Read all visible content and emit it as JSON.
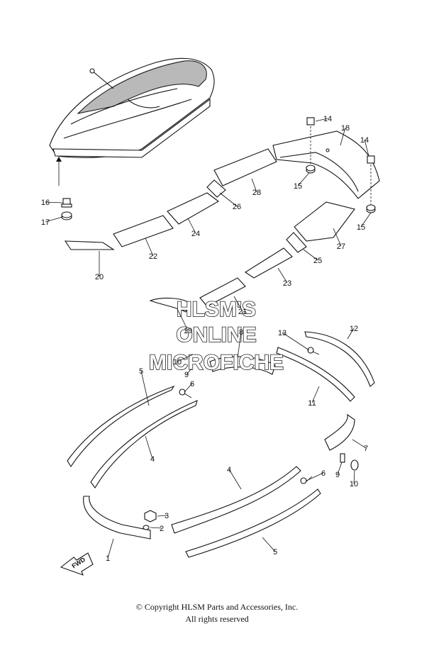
{
  "watermark": {
    "line1": "HLSM'S",
    "line2": "ONLINE",
    "line3": "MICROFICHE"
  },
  "arrow_label": "FWD",
  "copyright": {
    "line1": "© Copyright HLSM Parts and Accessories, Inc.",
    "line2": "All rights reserved"
  },
  "callouts": [
    "14",
    "18",
    "14",
    "15",
    "15",
    "28",
    "26",
    "27",
    "16",
    "17",
    "24",
    "22",
    "25",
    "20",
    "23",
    "21",
    "19",
    "8",
    "13",
    "12",
    "10",
    "9",
    "5",
    "6",
    "11",
    "4",
    "7",
    "9",
    "10",
    "6",
    "4",
    "3",
    "2",
    "1",
    "5"
  ],
  "icons": {
    "fwd_arrow": "fwd-arrow-icon",
    "watercraft": "watercraft-icon"
  }
}
